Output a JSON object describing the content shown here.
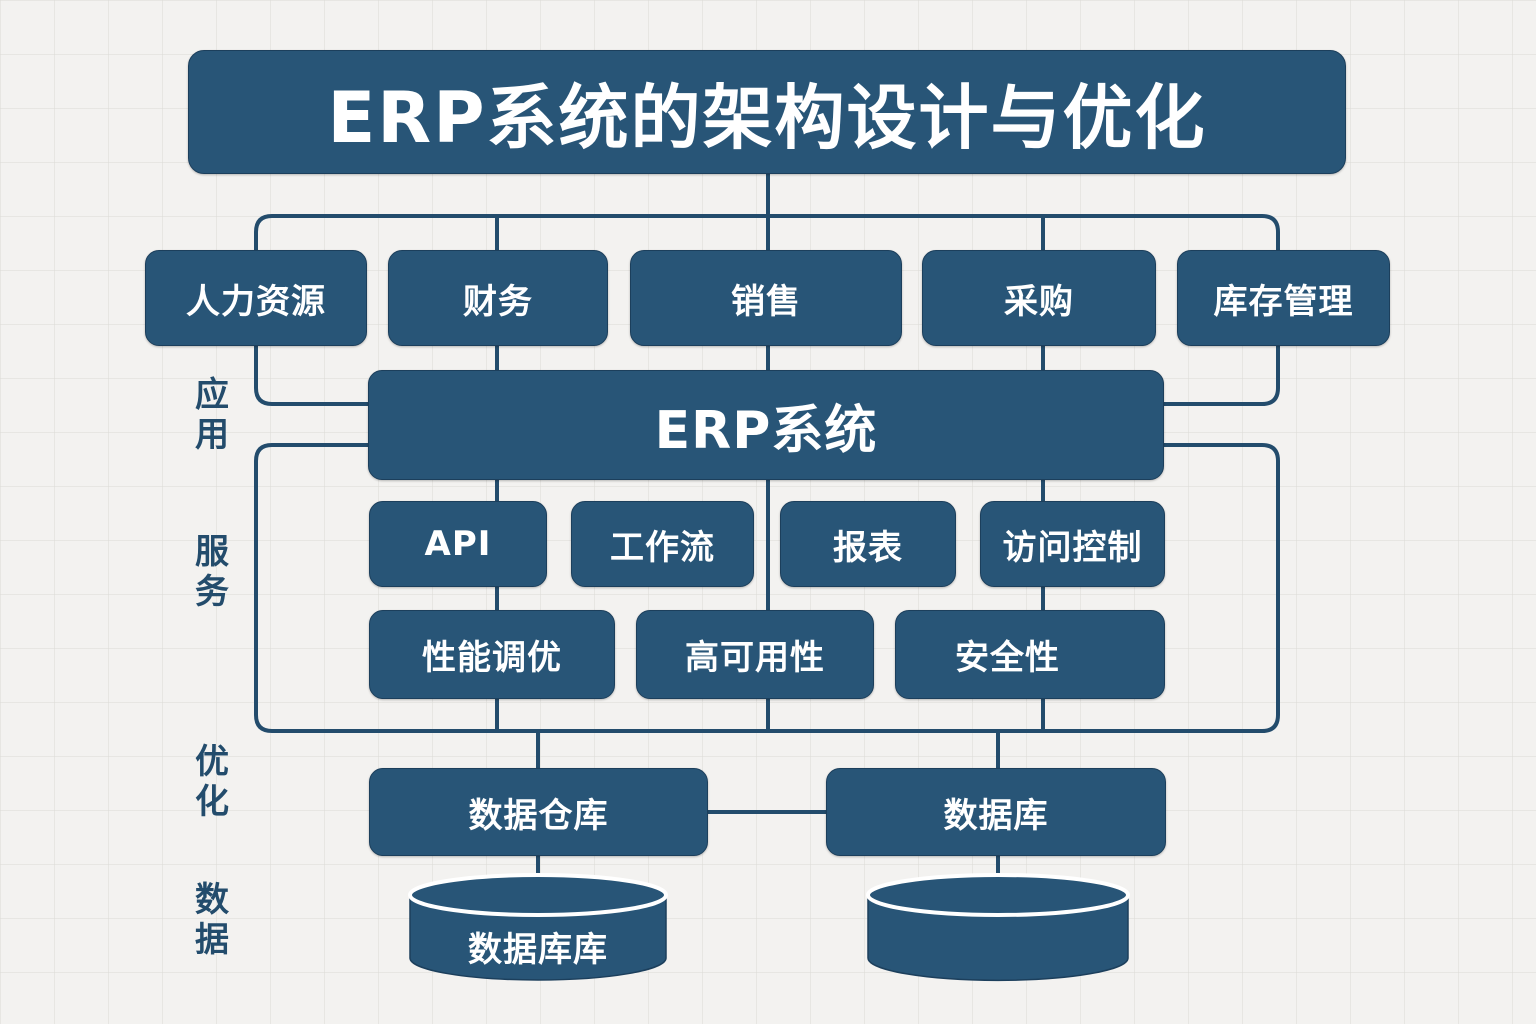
{
  "title": "ERP系统的架构设计与优化",
  "colors": {
    "box_fill": "#285577",
    "line": "#234c6c",
    "text": "#ffffff",
    "background": "#f3f2f0"
  },
  "application_modules": [
    "人力资源",
    "财务",
    "销售",
    "采购",
    "库存管理"
  ],
  "core": "ERP系统",
  "services_row1": [
    "API",
    "工作流",
    "报表",
    "访问控制"
  ],
  "services_row2": [
    "性能调优",
    "高可用性",
    "安全性"
  ],
  "data_boxes": [
    "数据仓库",
    "数据库"
  ],
  "cylinders": [
    "数据库库",
    ""
  ],
  "side_labels": {
    "application": "应用",
    "services": "服务",
    "optimization": "优化",
    "data": "数据"
  }
}
